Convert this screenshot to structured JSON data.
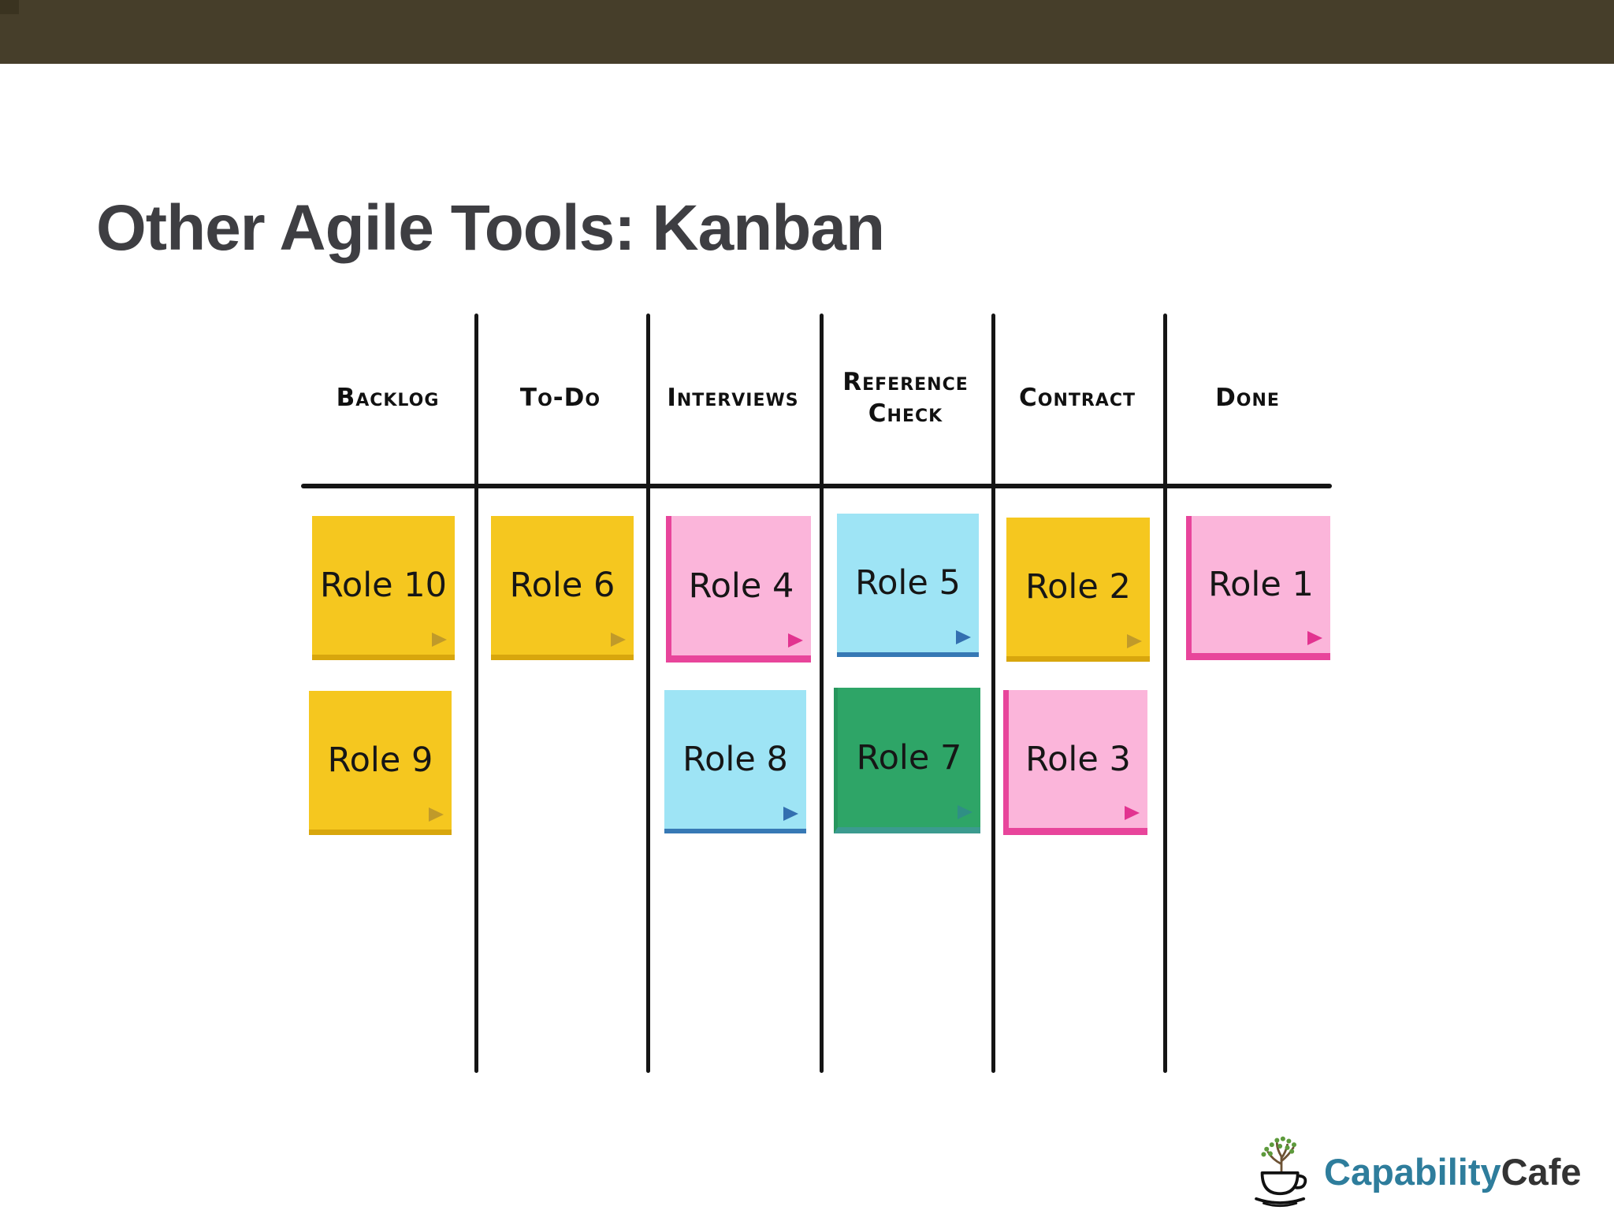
{
  "slide": {
    "title": "Other Agile Tools: Kanban"
  },
  "board": {
    "columns": [
      {
        "label": "Backlog"
      },
      {
        "label": "To-Do"
      },
      {
        "label": "Interviews"
      },
      {
        "label": "Reference Check"
      },
      {
        "label": "Contract"
      },
      {
        "label": "Done"
      }
    ],
    "notes": [
      {
        "label": "Role 10",
        "column": "Backlog",
        "row": 1,
        "color": "yellow"
      },
      {
        "label": "Role 6",
        "column": "To-Do",
        "row": 1,
        "color": "yellow"
      },
      {
        "label": "Role 4",
        "column": "Interviews",
        "row": 1,
        "color": "pink"
      },
      {
        "label": "Role 5",
        "column": "Reference Check",
        "row": 1,
        "color": "cyan"
      },
      {
        "label": "Role 2",
        "column": "Contract",
        "row": 1,
        "color": "yellow"
      },
      {
        "label": "Role 1",
        "column": "Done",
        "row": 1,
        "color": "pink"
      },
      {
        "label": "Role 9",
        "column": "Backlog",
        "row": 2,
        "color": "yellow"
      },
      {
        "label": "Role 8",
        "column": "Interviews",
        "row": 2,
        "color": "cyan"
      },
      {
        "label": "Role 7",
        "column": "Reference Check",
        "row": 2,
        "color": "green"
      },
      {
        "label": "Role 3",
        "column": "Contract",
        "row": 2,
        "color": "pink"
      }
    ]
  },
  "logo": {
    "brand_primary": "Capability",
    "brand_secondary": "Cafe",
    "icon": "coffee-cup-with-tree-icon"
  },
  "palette": {
    "background": "#ffffff",
    "top_bar": "#463e2a",
    "top_bar_corner": "#3a3320",
    "title_text": "#3e3e42",
    "line": "#151515",
    "header_text": "#111111",
    "note_text": "#161616",
    "note_yellow": "#f5c71f",
    "note_yellow_edge": "#d8a60d",
    "flag_yellow": "#c09a2a",
    "note_pink": "#fbb5da",
    "note_pink_edge": "#e8459b",
    "flag_pink": "#e23390",
    "note_cyan": "#9ee4f5",
    "note_cyan_edge": "#3779b5",
    "flag_cyan": "#336fb0",
    "note_green": "#2ea567",
    "note_green_left": "#27965d",
    "note_green_edge": "#3b9b8f",
    "flag_green": "#2f8f85",
    "logo_teal": "#2e7d9c",
    "logo_dark": "#333333",
    "tree_leaf": "#5d9a3c",
    "tree_trunk": "#6d5234"
  }
}
